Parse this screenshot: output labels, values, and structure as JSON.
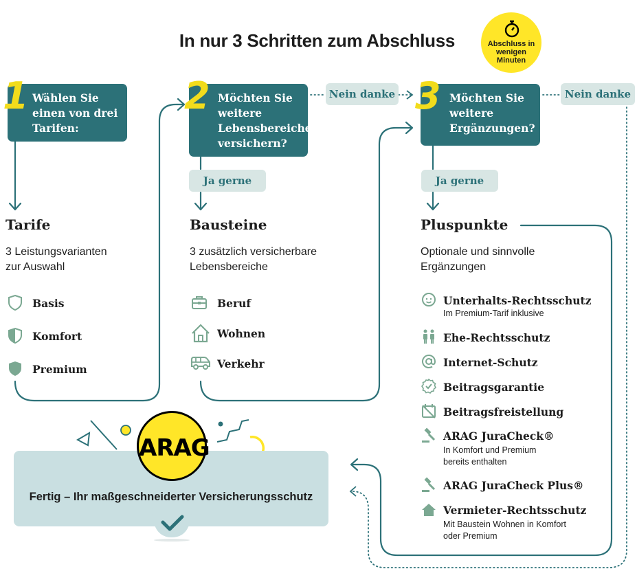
{
  "title": "In nur 3 Schritten zum Abschluss",
  "badge": {
    "line1": "Abschluss in",
    "line2": "wenigen",
    "line3": "Minuten",
    "icon": "stopwatch-icon"
  },
  "steps": [
    {
      "number": "1",
      "lines": [
        "Wählen Sie",
        "einen von drei",
        "Tarifen:"
      ]
    },
    {
      "number": "2",
      "lines": [
        "Möchten Sie",
        "weitere",
        "Lebensbereiche",
        "versichern?"
      ]
    },
    {
      "number": "3",
      "lines": [
        "Möchten Sie",
        "weitere",
        "Ergänzungen?"
      ]
    }
  ],
  "pills": {
    "nein1": "Nein danke",
    "nein2": "Nein danke",
    "ja1": "Ja gerne",
    "ja2": "Ja gerne"
  },
  "tarife": {
    "heading": "Tarife",
    "sub1": "3 Leistungsvarianten",
    "sub2": "zur Auswahl",
    "items": [
      "Basis",
      "Komfort",
      "Premium"
    ]
  },
  "bausteine": {
    "heading": "Bausteine",
    "sub1": "3 zusätzlich versicherbare",
    "sub2": "Lebensbereiche",
    "items": [
      "Beruf",
      "Wohnen",
      "Verkehr"
    ]
  },
  "pluspunkte": {
    "heading": "Pluspunkte",
    "sub1": "Optionale und sinnvolle",
    "sub2": "Ergänzungen",
    "items": [
      {
        "label": "Unterhalts-Rechtsschutz",
        "note1": "Im Premium-Tarif inklusive",
        "note2": ""
      },
      {
        "label": "Ehe-Rechtsschutz",
        "note1": "",
        "note2": ""
      },
      {
        "label": "Internet-Schutz",
        "note1": "",
        "note2": ""
      },
      {
        "label": "Beitragsgarantie",
        "note1": "",
        "note2": ""
      },
      {
        "label": "Beitragsfreistellung",
        "note1": "",
        "note2": ""
      },
      {
        "label": "ARAG JuraCheck®",
        "note1": "In Komfort und Premium",
        "note2": "bereits enthalten"
      },
      {
        "label": "ARAG JuraCheck Plus®",
        "note1": "",
        "note2": ""
      },
      {
        "label": "Vermieter-Rechtsschutz",
        "note1": "Mit Baustein Wohnen in Komfort",
        "note2": "oder Premium"
      }
    ]
  },
  "final": {
    "text": "Fertig – Ihr maßgeschneiderter Versicherungsschutz",
    "logo": "ARAG"
  },
  "colors": {
    "teal": "#2c7178",
    "yellow": "#ffe628",
    "pill": "#d8e6e4",
    "final_bg": "#c9dfe1",
    "icon_green": "#7ba892"
  }
}
